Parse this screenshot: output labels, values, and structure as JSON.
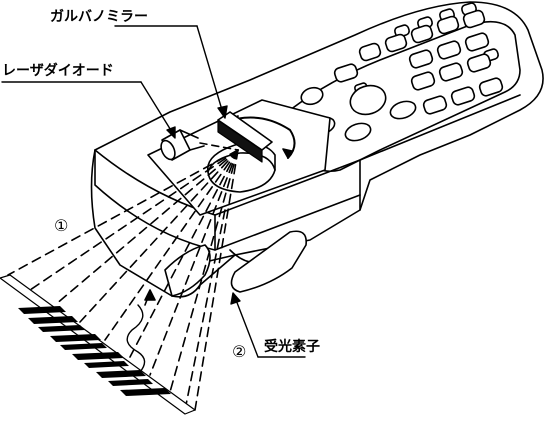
{
  "labels": {
    "galvano_mirror": "ガルバノミラー",
    "laser_diode": "レーザダイオード",
    "photo_receiver": "受光素子",
    "marker_1": "①",
    "marker_2": "②"
  },
  "colors": {
    "line": "#000000",
    "background": "#ffffff"
  }
}
